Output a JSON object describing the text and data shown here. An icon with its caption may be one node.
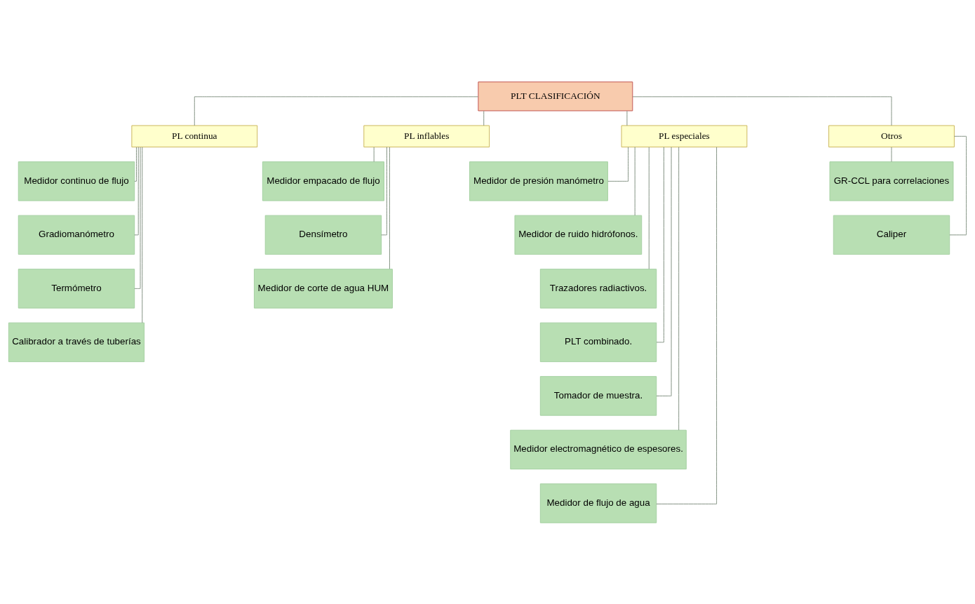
{
  "diagram": {
    "nodes": [
      {
        "text": [
          "PLT CLASIFICACIÓN"
        ]
      },
      {
        "text": [
          "PL continua"
        ]
      },
      {
        "text": [
          "PL inflables"
        ]
      },
      {
        "text": [
          "PL especiales"
        ]
      },
      {
        "text": [
          "Otros"
        ]
      },
      {
        "text": [
          "Medidor continuo de flujo"
        ]
      },
      {
        "text": [
          "Gradiomanómetro"
        ]
      },
      {
        "text": [
          "Termómetro"
        ]
      },
      {
        "text": [
          "Calibrador a través de tuberías"
        ]
      },
      {
        "text": [
          "Medidor empacado de flujo"
        ]
      },
      {
        "text": [
          "Densímetro"
        ]
      },
      {
        "text": [
          "Medidor de corte de agua HUM"
        ]
      },
      {
        "text": [
          "Medidor de presión manómetro"
        ]
      },
      {
        "text": [
          "Medidor de ruido hidrófonos."
        ]
      },
      {
        "text": [
          "Trazadores radiactivos."
        ]
      },
      {
        "text": [
          "PLT combinado."
        ]
      },
      {
        "text": [
          "Tomador de muestra."
        ]
      },
      {
        "text": [
          "Medidor electromagnético de espesores."
        ]
      },
      {
        "text": [
          "Medidor de flujo de agua"
        ]
      },
      {
        "text": [
          "GR-CCL para correlaciones"
        ]
      },
      {
        "text": [
          "Caliper"
        ]
      }
    ],
    "edges": [
      {
        "from": 0,
        "to": 1,
        "arrow": "none"
      },
      {
        "from": 0,
        "to": 2,
        "arrow": "none"
      },
      {
        "from": 0,
        "to": 3,
        "arrow": "none"
      },
      {
        "from": 0,
        "to": 4,
        "arrow": "none"
      },
      {
        "from": 1,
        "to": 5,
        "arrow": "none"
      },
      {
        "from": 1,
        "to": 6,
        "arrow": "none"
      },
      {
        "from": 1,
        "to": 7,
        "arrow": "none"
      },
      {
        "from": 1,
        "to": 8,
        "arrow": "none"
      },
      {
        "from": 2,
        "to": 9,
        "arrow": "none"
      },
      {
        "from": 2,
        "to": 10,
        "arrow": "none"
      },
      {
        "from": 2,
        "to": 11,
        "arrow": "none"
      },
      {
        "from": 3,
        "to": 12,
        "arrow": "none"
      },
      {
        "from": 3,
        "to": 13,
        "arrow": "none"
      },
      {
        "from": 3,
        "to": 14,
        "arrow": "none"
      },
      {
        "from": 3,
        "to": 15,
        "arrow": "none"
      },
      {
        "from": 3,
        "to": 16,
        "arrow": "none"
      },
      {
        "from": 3,
        "to": 17,
        "arrow": "none"
      },
      {
        "from": 3,
        "to": 18,
        "arrow": "none"
      },
      {
        "from": 4,
        "to": 19,
        "arrow": "none"
      },
      {
        "from": 4,
        "to": 20,
        "arrow": "none"
      }
    ]
  }
}
